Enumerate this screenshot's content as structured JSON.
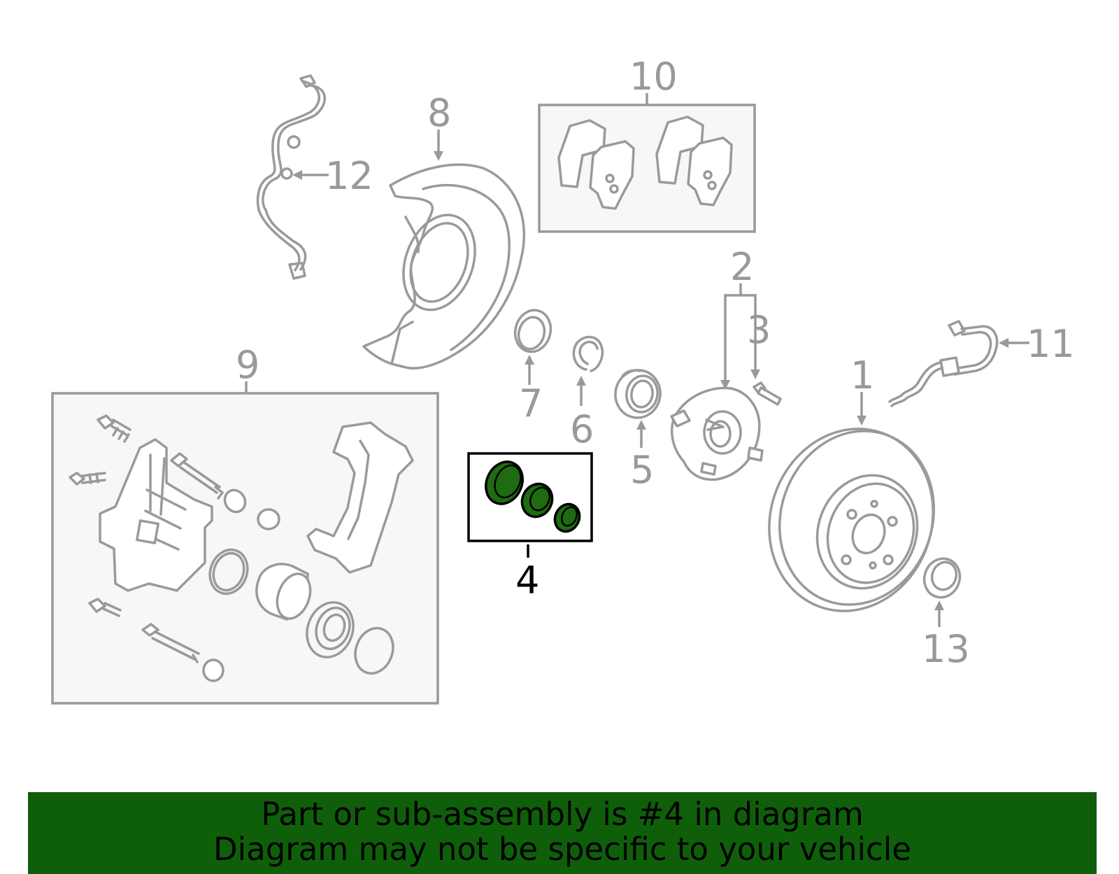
{
  "callouts": {
    "c1": "1",
    "c2": "2",
    "c3": "3",
    "c4": "4",
    "c5": "5",
    "c6": "6",
    "c7": "7",
    "c8": "8",
    "c9": "9",
    "c10": "10",
    "c11": "11",
    "c12": "12",
    "c13": "13"
  },
  "highlighted_part": "4",
  "colors": {
    "highlight_fill": "#1f6b12",
    "banner_bg": "#0f5f0a",
    "line_gray": "#999999"
  },
  "banner": {
    "line1": "Part or sub-assembly is #4 in diagram",
    "line2": "Diagram may not be specific to your vehicle"
  }
}
